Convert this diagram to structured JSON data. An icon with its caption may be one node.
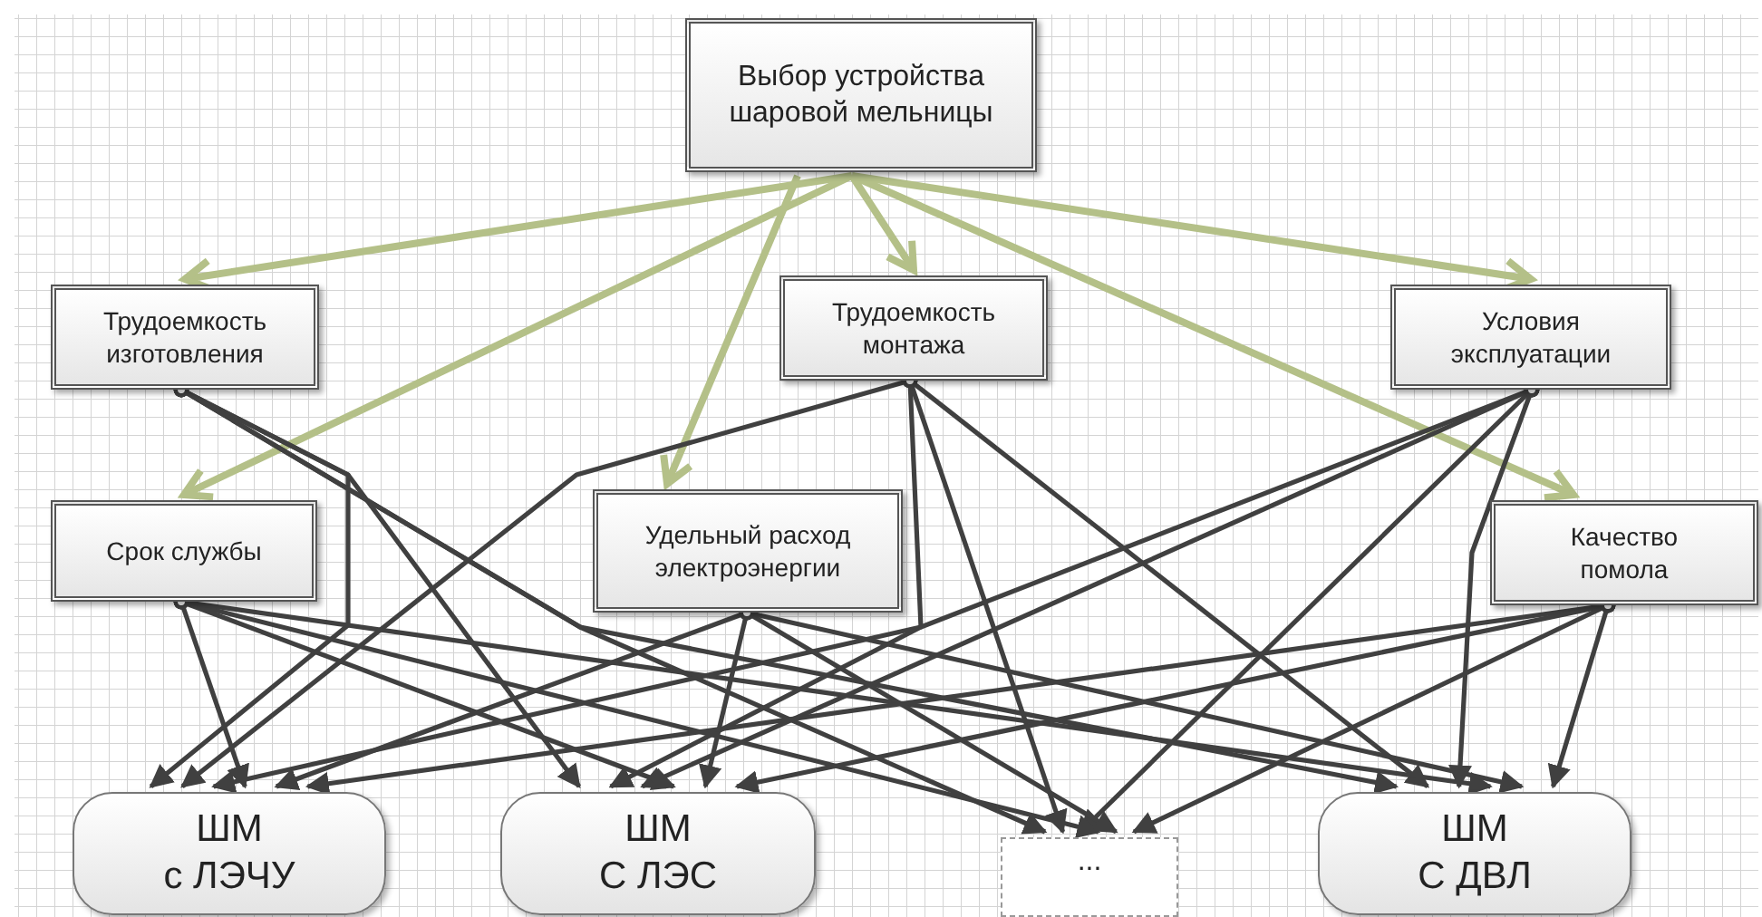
{
  "diagram": {
    "nodes": [
      {
        "text": [
          "Выбор устройства шаровой мельницы"
        ]
      },
      {
        "text": [
          "Трудоемкость изготовления"
        ]
      },
      {
        "text": [
          "Трудоемкость монтажа"
        ]
      },
      {
        "text": [
          "Условия эксплуатации"
        ]
      },
      {
        "text": [
          "Срок службы"
        ]
      },
      {
        "text": [
          "Удельный расход электроэнергии"
        ]
      },
      {
        "text": [
          "Качество помола"
        ]
      },
      {
        "text": [
          "ШМ",
          "с ЛЭЧУ"
        ]
      },
      {
        "text": [
          "ШМ",
          "С ЛЭС"
        ]
      },
      {
        "text": [
          "..."
        ]
      },
      {
        "text": [
          "ШМ",
          "С ДВЛ"
        ]
      }
    ],
    "edges": [
      {
        "from": 0,
        "to": 1,
        "arrow": "to",
        "color": "#b4c088"
      },
      {
        "from": 0,
        "to": 2,
        "arrow": "to",
        "color": "#b4c088"
      },
      {
        "from": 0,
        "to": 3,
        "arrow": "to",
        "color": "#b4c088"
      },
      {
        "from": 0,
        "to": 4,
        "arrow": "to",
        "color": "#b4c088"
      },
      {
        "from": 0,
        "to": 5,
        "arrow": "to",
        "color": "#b4c088"
      },
      {
        "from": 0,
        "to": 6,
        "arrow": "to",
        "color": "#b4c088"
      },
      {
        "from": 1,
        "to": 7,
        "arrow": "to"
      },
      {
        "from": 1,
        "to": 8,
        "arrow": "to"
      },
      {
        "from": 1,
        "to": 9,
        "arrow": "to"
      },
      {
        "from": 1,
        "to": 10,
        "arrow": "to"
      },
      {
        "from": 2,
        "to": 7,
        "arrow": "to"
      },
      {
        "from": 2,
        "to": 8,
        "arrow": "to"
      },
      {
        "from": 2,
        "to": 9,
        "arrow": "to"
      },
      {
        "from": 2,
        "to": 10,
        "arrow": "to"
      },
      {
        "from": 3,
        "to": 7,
        "arrow": "to"
      },
      {
        "from": 3,
        "to": 8,
        "arrow": "to"
      },
      {
        "from": 3,
        "to": 9,
        "arrow": "to"
      },
      {
        "from": 3,
        "to": 10,
        "arrow": "to"
      },
      {
        "from": 4,
        "to": 7,
        "arrow": "to"
      },
      {
        "from": 4,
        "to": 8,
        "arrow": "to"
      },
      {
        "from": 4,
        "to": 9,
        "arrow": "to"
      },
      {
        "from": 4,
        "to": 10,
        "arrow": "to"
      },
      {
        "from": 5,
        "to": 7,
        "arrow": "to"
      },
      {
        "from": 5,
        "to": 8,
        "arrow": "to"
      },
      {
        "from": 5,
        "to": 9,
        "arrow": "to"
      },
      {
        "from": 5,
        "to": 10,
        "arrow": "to"
      },
      {
        "from": 6,
        "to": 7,
        "arrow": "to"
      },
      {
        "from": 6,
        "to": 8,
        "arrow": "to"
      },
      {
        "from": 6,
        "to": 9,
        "arrow": "to"
      },
      {
        "from": 6,
        "to": 10,
        "arrow": "to"
      }
    ]
  }
}
